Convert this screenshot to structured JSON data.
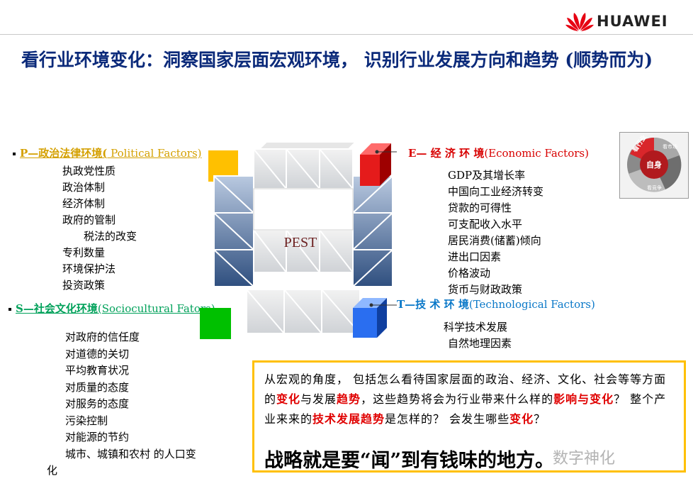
{
  "brand": {
    "name": "HUAWEI",
    "color": "#e60012"
  },
  "title": "看行业环境变化：洞察国家层面宏观环境， 识别行业发展方向和趋势 (顺势而为)",
  "political": {
    "label_cn": "P—政治法律环境(",
    "label_en": " Political Factors)",
    "color": "#ffc000",
    "items": [
      "执政党性质",
      "政治体制",
      "经济体制",
      "政府的管制",
      "税法的改变",
      "专利数量",
      "环境保护法",
      "投资政策"
    ]
  },
  "sociocultural": {
    "label_cn": "S—社会文化环境",
    "label_en": "(Sociocultural Fators)",
    "color": "#00c000",
    "items": [
      "对政府的信任度",
      "对道德的关切",
      "平均教育状况",
      "对质量的态度",
      "对服务的态度",
      "污染控制",
      "对能源的节约",
      "城市、城镇和农村  的人口变",
      "化"
    ]
  },
  "economic": {
    "label_cn": "E— 经 济 环 境",
    "label_en": "(Economic  Factors)",
    "color": "#e02020",
    "items": [
      "GDP及其增长率",
      "中国向工业经济转变",
      "贷款的可得性",
      "可支配收入水平",
      "居民消费(储蓄)倾向",
      "进出口因素",
      "价格波动",
      "货币与财政政策"
    ]
  },
  "technological": {
    "label_cn": "T—技 术 环 境",
    "label_en": "(Technological  Factors)",
    "color": "#1f6fe0",
    "items": [
      "科学技术发展",
      "自然地理因素"
    ]
  },
  "cube_label": "PEST",
  "wheel": {
    "left": "看行业",
    "right": "看市场",
    "center": "自身",
    "bottom": "看竞争"
  },
  "box": {
    "t1": "从宏观的角度， 包括怎么看待国家层面的政治、经济、文化、社会等等方面的",
    "h1": "变化",
    "t2": "与发展",
    "h2": "趋势",
    "t3": "，这些趋势将会为行业带来什么样的",
    "h3": "影响与变化",
    "t4": "？ 整个产业来来的",
    "h4": "技术发展趋势",
    "t5": "是怎样的？ 会发生哪些",
    "h5": "变化",
    "t6": "？",
    "big": "战略就是要“闻”到有钱味的地方。"
  },
  "watermark": "数字神化"
}
